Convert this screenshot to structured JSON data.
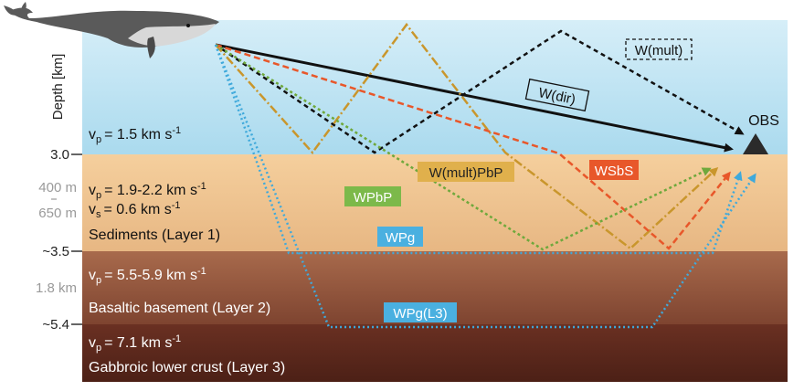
{
  "axis": {
    "label": "Depth [km]",
    "ticks": [
      {
        "id": "t-3-0",
        "label": "3.0"
      },
      {
        "id": "t-3-5",
        "label": "~3.5"
      },
      {
        "id": "t-5-4",
        "label": "~5.4"
      }
    ],
    "sub_depths": [
      {
        "id": "d-400",
        "label": "400 m"
      },
      {
        "id": "d-650",
        "label": "650 m"
      },
      {
        "id": "d-1-8",
        "label": "1.8 km"
      }
    ]
  },
  "layers": {
    "water": {
      "vp": "= 1.5 km s",
      "exp": "-1",
      "color": "#bfe3f3"
    },
    "sediments": {
      "vp": "= 1.9-2.2 km s",
      "vs": "= 0.6 km s",
      "exp": "-1",
      "name": "Sediments (Layer 1)",
      "color": "#f2c894"
    },
    "basement": {
      "vp": "= 5.5-5.9 km s",
      "exp": "-1",
      "name": "Basaltic basement (Layer 2)",
      "color": "#9a5a3e"
    },
    "crust": {
      "vp": "= 7.1 km s",
      "exp": "-1",
      "name": "Gabbroic lower crust (Layer 3)",
      "color": "#5c2a1e"
    }
  },
  "symbols": {
    "v": "v",
    "p": "p",
    "s": "s"
  },
  "instrument": {
    "label": "OBS"
  },
  "rays": [
    {
      "id": "w-dir",
      "label": "W(dir)",
      "color": "#111111"
    },
    {
      "id": "w-mult",
      "label": "W(mult)",
      "color": "#111111"
    },
    {
      "id": "w-mult-pbp",
      "label": "W(mult)PbP",
      "color": "#c9962c"
    },
    {
      "id": "wsbs",
      "label": "WSbS",
      "color": "#e8572a"
    },
    {
      "id": "wpbp",
      "label": "WPbP",
      "color": "#6fa83c"
    },
    {
      "id": "wpg",
      "label": "WPg",
      "color": "#3fa9db"
    },
    {
      "id": "wpg-l3",
      "label": "WPg(L3)",
      "color": "#3fa9db"
    }
  ]
}
